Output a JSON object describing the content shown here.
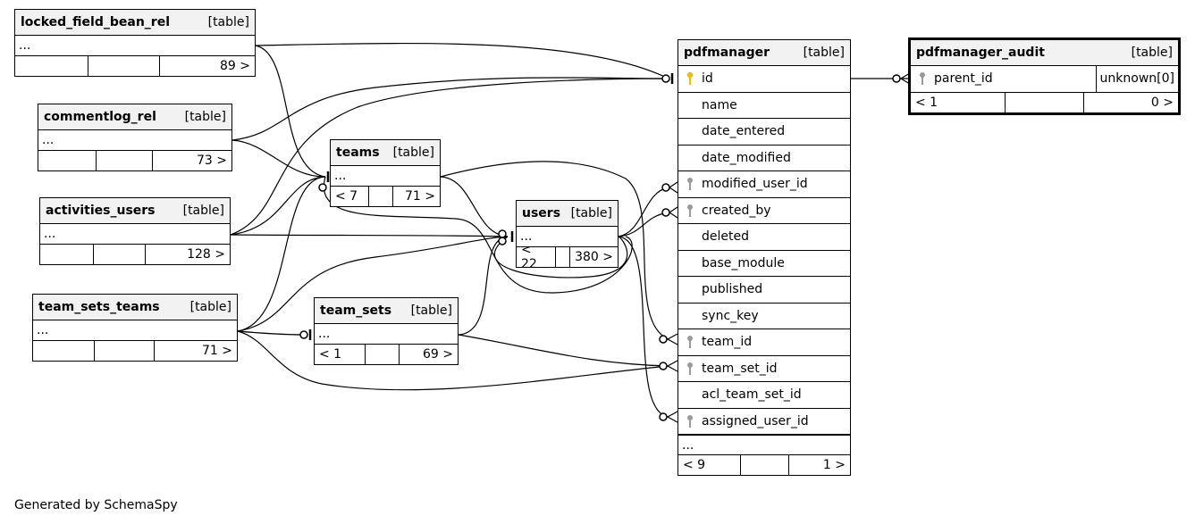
{
  "tables": {
    "locked_field_bean_rel": {
      "name": "locked_field_bean_rel",
      "kind": "[table]",
      "more": "...",
      "footer": [
        "",
        "",
        "89 >"
      ]
    },
    "commentlog_rel": {
      "name": "commentlog_rel",
      "kind": "[table]",
      "more": "...",
      "footer": [
        "",
        "",
        "73 >"
      ]
    },
    "activities_users": {
      "name": "activities_users",
      "kind": "[table]",
      "more": "...",
      "footer": [
        "",
        "",
        "128 >"
      ]
    },
    "team_sets_teams": {
      "name": "team_sets_teams",
      "kind": "[table]",
      "more": "...",
      "footer": [
        "",
        "",
        "71 >"
      ]
    },
    "teams": {
      "name": "teams",
      "kind": "[table]",
      "more": "...",
      "footer": [
        "< 7",
        "",
        "71 >"
      ]
    },
    "users": {
      "name": "users",
      "kind": "[table]",
      "more": "...",
      "footer": [
        "< 22",
        "",
        "380 >"
      ]
    },
    "team_sets": {
      "name": "team_sets",
      "kind": "[table]",
      "more": "...",
      "footer": [
        "< 1",
        "",
        "69 >"
      ]
    },
    "pdfmanager": {
      "name": "pdfmanager",
      "kind": "[table]",
      "more": "...",
      "footer": [
        "< 9",
        "",
        "1 >"
      ],
      "columns": [
        {
          "name": "id",
          "key": "primary"
        },
        {
          "name": "name",
          "key": "none"
        },
        {
          "name": "date_entered",
          "key": "none"
        },
        {
          "name": "date_modified",
          "key": "none"
        },
        {
          "name": "modified_user_id",
          "key": "foreign"
        },
        {
          "name": "created_by",
          "key": "foreign"
        },
        {
          "name": "deleted",
          "key": "none"
        },
        {
          "name": "base_module",
          "key": "none"
        },
        {
          "name": "published",
          "key": "none"
        },
        {
          "name": "sync_key",
          "key": "none"
        },
        {
          "name": "team_id",
          "key": "foreign"
        },
        {
          "name": "team_set_id",
          "key": "foreign"
        },
        {
          "name": "acl_team_set_id",
          "key": "none"
        },
        {
          "name": "assigned_user_id",
          "key": "foreign"
        }
      ]
    },
    "pdfmanager_audit": {
      "name": "pdfmanager_audit",
      "kind": "[table]",
      "column": {
        "name": "parent_id",
        "type": "unknown[0]",
        "key": "foreign"
      },
      "footer": [
        "< 1",
        "",
        "0 >"
      ]
    }
  },
  "colors": {
    "primary_key": "#e8c000",
    "foreign_key": "#9a9a9a",
    "header_bg": "#f2f2f2"
  },
  "credit": "Generated by SchemaSpy"
}
